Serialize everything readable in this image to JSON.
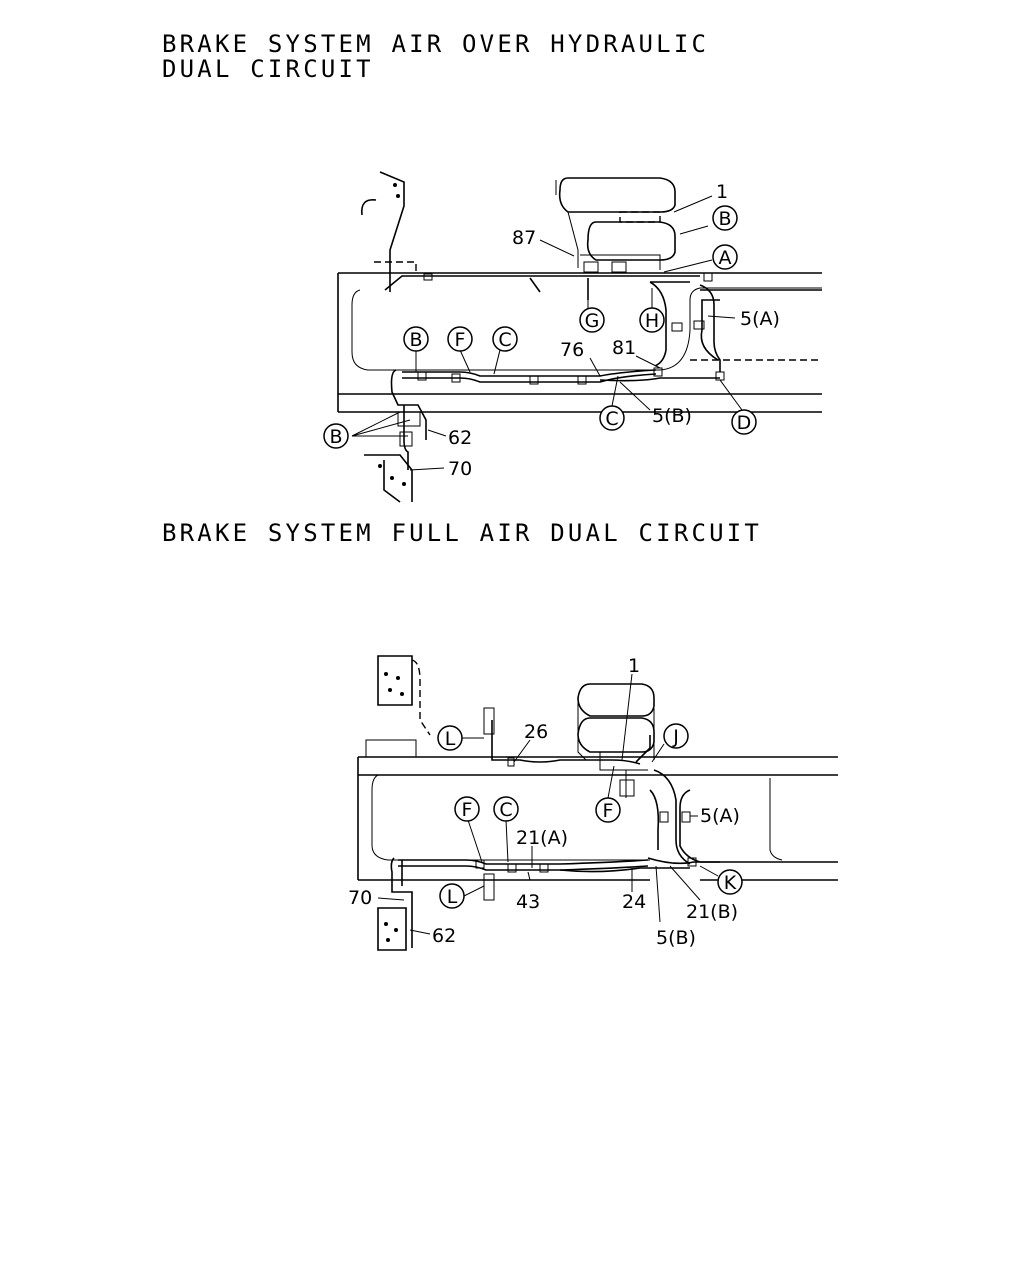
{
  "page": {
    "title_line_1": "BRAKE SYSTEM AIR OVER HYDRAULIC",
    "title_line_2": "DUAL CIRCUIT",
    "title_section_2": "BRAKE SYSTEM FULL AIR DUAL CIRCUIT"
  },
  "diagram_1": {
    "callouts": {
      "c1": "1",
      "c87": "87",
      "c5a": "5(A)",
      "c76": "76",
      "c81": "81",
      "c5b": "5(B)",
      "c62": "62",
      "c70": "70"
    },
    "circled": {
      "b_top": "B",
      "a": "A",
      "g": "G",
      "h": "H",
      "b_mid": "B",
      "f": "F",
      "c_top": "C",
      "c_bot": "C",
      "d": "D",
      "b_low": "B"
    }
  },
  "diagram_2": {
    "callouts": {
      "c1": "1",
      "c26": "26",
      "c5a": "5(A)",
      "c21a": "21(A)",
      "c43": "43",
      "c24": "24",
      "c21b": "21(B)",
      "c5b": "5(B)",
      "c70": "70",
      "c62": "62"
    },
    "circled": {
      "l_top": "L",
      "j": "J",
      "f_mid": "F",
      "f_left": "F",
      "c": "C",
      "k": "K",
      "l_bot": "L"
    }
  }
}
